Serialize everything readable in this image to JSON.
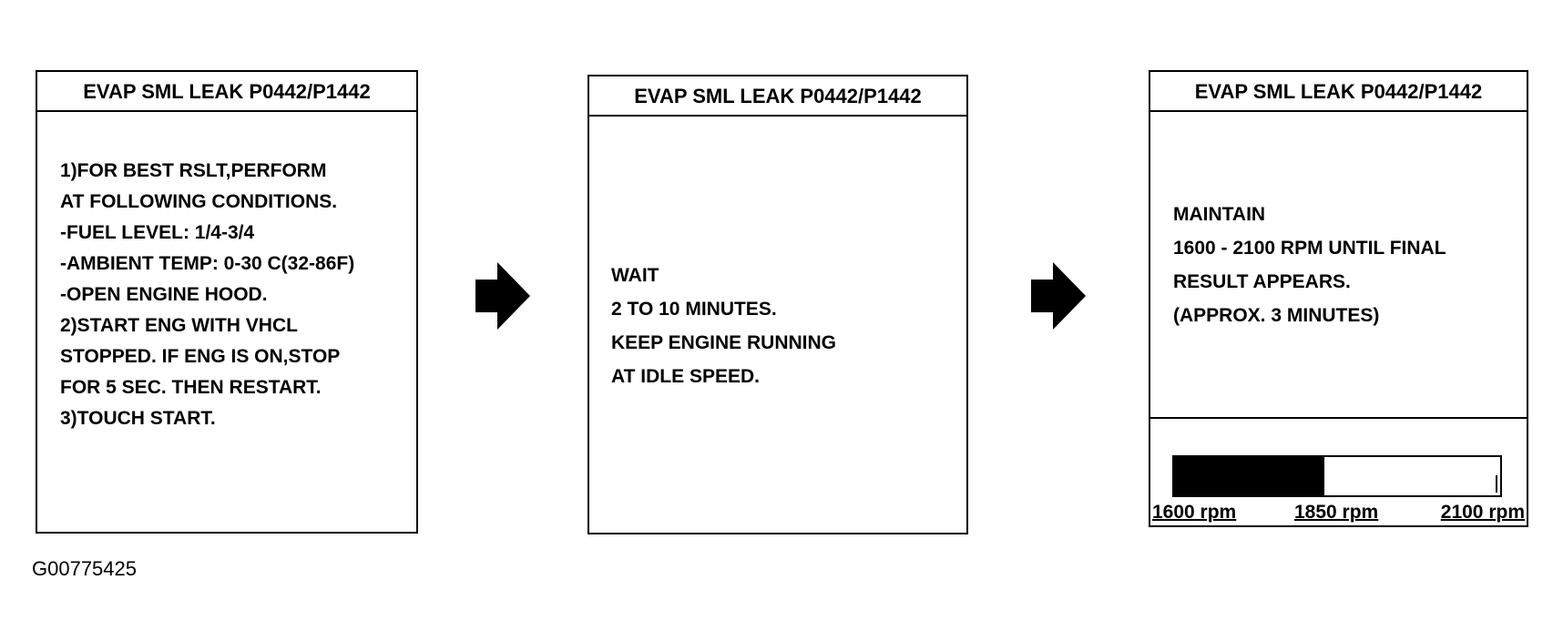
{
  "screens": [
    {
      "title": "EVAP SML LEAK P0442/P1442",
      "lines": [
        "1)FOR BEST RSLT,PERFORM",
        "AT FOLLOWING CONDITIONS.",
        "-FUEL LEVEL: 1/4-3/4",
        "-AMBIENT TEMP: 0-30 C(32-86F)",
        "-OPEN ENGINE HOOD.",
        "2)START ENG WITH VHCL",
        "STOPPED. IF ENG IS ON,STOP",
        "FOR 5 SEC. THEN RESTART.",
        "3)TOUCH START."
      ]
    },
    {
      "title": "EVAP SML LEAK P0442/P1442",
      "lines": [
        "WAIT",
        "2 TO 10 MINUTES.",
        "KEEP ENGINE RUNNING",
        "AT IDLE SPEED."
      ]
    },
    {
      "title": "EVAP SML LEAK P0442/P1442",
      "lines": [
        "MAINTAIN",
        "1600 - 2100 RPM UNTIL FINAL",
        "RESULT APPEARS.",
        "(APPROX. 3 MINUTES)"
      ],
      "gauge": {
        "min_label": "1600 rpm",
        "mid_label": "1850 rpm",
        "max_label": "2100 rpm",
        "fill_fraction": 0.46
      }
    }
  ],
  "figure_id": "G00775425",
  "icons": {
    "flow_arrow": "arrow-right-icon"
  }
}
